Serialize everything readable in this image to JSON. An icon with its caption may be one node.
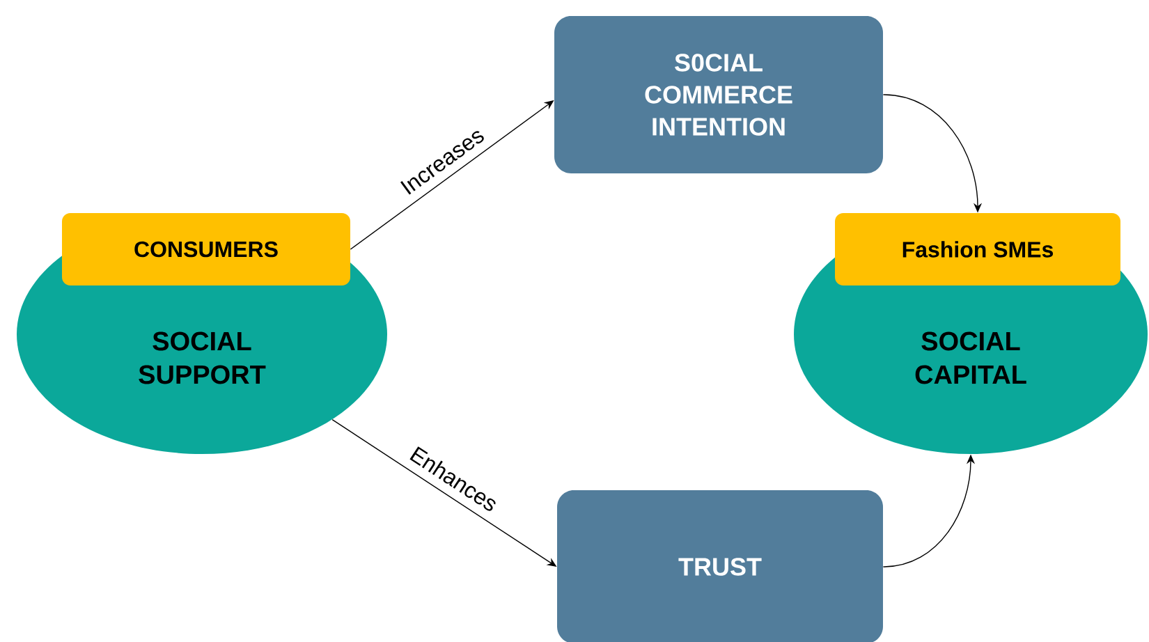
{
  "diagram": {
    "nodes": [
      {
        "text": [
          "SOCIAL SUPPORT"
        ]
      },
      {
        "text": [
          "CONSUMERS"
        ],
        "in": 0
      },
      {
        "text": [
          "S0CIAL COMMERCE INTENTION"
        ]
      },
      {
        "text": [
          "SOCIAL CAPITAL"
        ]
      },
      {
        "text": [
          "Fashion SMEs"
        ],
        "in": 3
      },
      {
        "text": [
          "TRUST"
        ]
      }
    ],
    "edges": [
      {
        "from": 1,
        "to": 2,
        "arrow": "to",
        "label": "Increases"
      },
      {
        "from": 0,
        "to": 5,
        "arrow": "to",
        "label": "Enhances"
      },
      {
        "from": 2,
        "to": 4,
        "arrow": "to"
      },
      {
        "from": 5,
        "to": 3,
        "arrow": "to"
      }
    ]
  }
}
